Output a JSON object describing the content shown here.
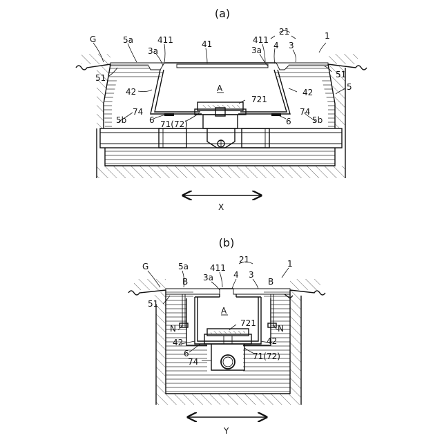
{
  "figure_a": {
    "caption": "(a)",
    "labels": {
      "ground": "G",
      "flange_a": "5a",
      "edge_411_left": "411",
      "edge_411_right": "411",
      "lid": "41",
      "recess_left": "3a",
      "recess_right": "3a",
      "part_4": "4",
      "part_3": "3",
      "group_21": "21",
      "device_1": "1",
      "rim_left": "51",
      "rim_right": "51",
      "frame": "5",
      "wall_left": "42",
      "wall_right": "42",
      "space": "A",
      "joint_721": "721",
      "pipe_left": "74",
      "pipe_right": "74",
      "bottom_left": "5b",
      "bottom_right": "5b",
      "seal_left": "6",
      "seal_right": "6",
      "fitting": "71(72)",
      "axis": "X"
    }
  },
  "figure_b": {
    "caption": "(b)",
    "labels": {
      "ground": "G",
      "flange_a": "5a",
      "edge_411": "411",
      "group_21": "21",
      "device_1": "1",
      "recess": "3a",
      "part_4": "4",
      "part_3": "3",
      "bolt_left": "B",
      "bolt_right": "B",
      "rim": "51",
      "space": "A",
      "joint_721": "721",
      "nut_left": "N",
      "nut_right": "N",
      "wall_left": "42",
      "wall_right": "42",
      "seal": "6",
      "pipe": "74",
      "fitting": "71(72)",
      "axis": "Y"
    }
  }
}
